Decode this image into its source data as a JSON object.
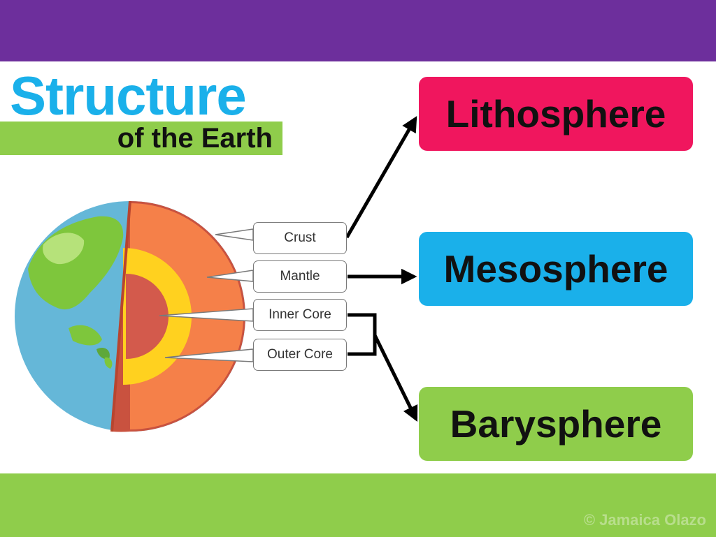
{
  "title": {
    "main": "Structure",
    "sub": "of the Earth"
  },
  "layers": {
    "crust": "Crust",
    "mantle": "Mantle",
    "inner_core": "Inner Core",
    "outer_core": "Outer Core"
  },
  "spheres": {
    "lithosphere": "Lithosphere",
    "mesosphere": "Mesosphere",
    "barysphere": "Barysphere"
  },
  "watermark": "© Jamaica Olazo",
  "colors": {
    "top_bar": "#6d2f9c",
    "bottom_bar": "#8fcd4b",
    "title": "#1ab0ea",
    "lithosphere": "#f0165e",
    "mesosphere": "#1ab0ea",
    "barysphere": "#8fcd4b",
    "ocean": "#65b7d8",
    "land": "#7ec63c",
    "mantle": "#f58049",
    "outer_core": "#ffd11f",
    "inner_core": "#d35a4c"
  }
}
